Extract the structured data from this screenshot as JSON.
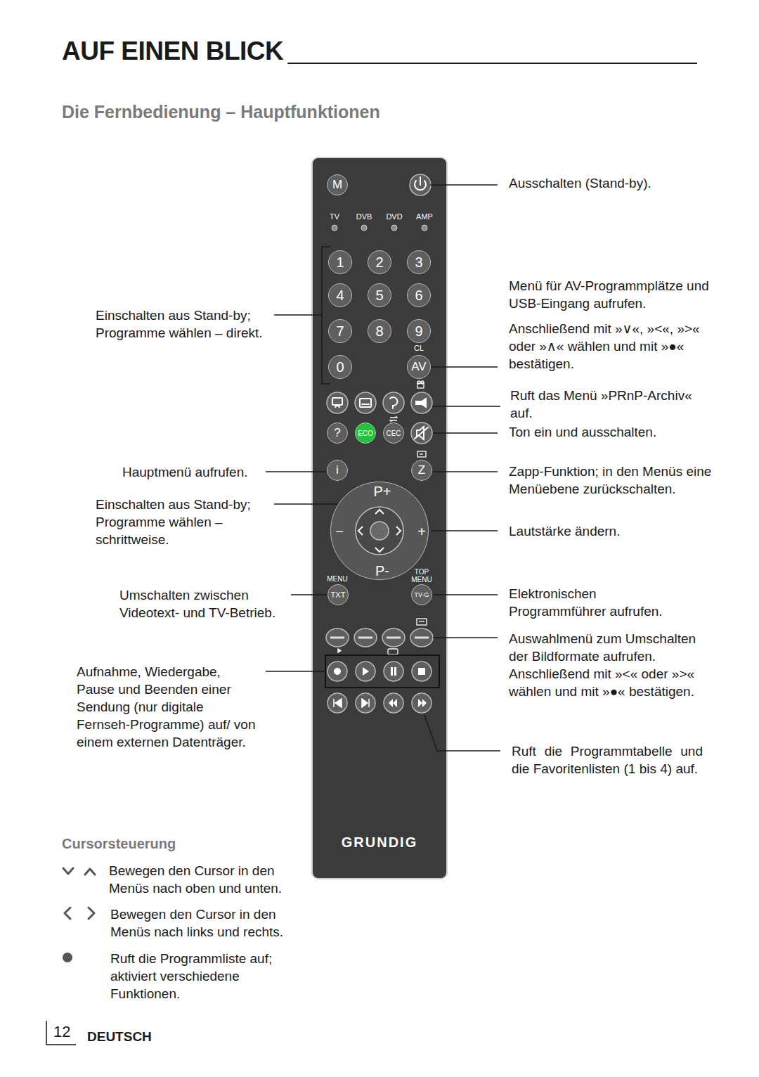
{
  "diagram": {
    "title": "AUF EINEN BLICK",
    "nodes": [
      {
        "text": [
          "GRUNDIG"
        ]
      },
      {
        "text": [
          "M"
        ],
        "in": 0
      },
      {
        "text": [
          "1"
        ],
        "in": 0
      },
      {
        "text": [
          "2"
        ],
        "in": 0
      },
      {
        "text": [
          "3"
        ],
        "in": 0
      },
      {
        "text": [
          "4"
        ],
        "in": 0
      },
      {
        "text": [
          "5"
        ],
        "in": 0
      },
      {
        "text": [
          "6"
        ],
        "in": 0
      },
      {
        "text": [
          "7"
        ],
        "in": 0
      },
      {
        "text": [
          "8"
        ],
        "in": 0
      },
      {
        "text": [
          "9"
        ],
        "in": 0
      },
      {
        "text": [
          "0"
        ],
        "in": 0
      },
      {
        "text": [
          "AV"
        ],
        "in": 0
      },
      {
        "text": [
          "?"
        ],
        "in": 0
      },
      {
        "text": [
          "ECO"
        ],
        "in": 0
      },
      {
        "text": [
          "CEC"
        ],
        "in": 0
      },
      {
        "text": [
          "i"
        ],
        "in": 0
      },
      {
        "text": [
          "Z"
        ],
        "in": 0
      },
      {
        "text": [
          "P+",
          "−",
          "+",
          "P-"
        ],
        "in": 0
      },
      {
        "text": [
          "TXT"
        ],
        "in": 0
      },
      {
        "text": [
          "TV-G"
        ],
        "in": 0
      }
    ],
    "labels": [
      "Die Fernbedienung – Hauptfunktionen",
      "Ausschalten (Stand-by).",
      "TV",
      "DVB",
      "DVD",
      "AMP",
      "Einschalten aus Stand-by; Programme wählen – direkt.",
      "Menü für AV-Programmplätze und USB-Eingang aufrufen.",
      "Anschließend mit »∨«, »<«, »>« oder »∧« wählen und mit »●« bestätigen.",
      "CL",
      "Ruft das Menü »PRnP-Archiv« auf.",
      "Ton ein und ausschalten.",
      "Hauptmenü aufrufen.",
      "Zapp-Funktion; in den Menüs eine Menüebene zurückschalten.",
      "Einschalten aus Stand-by; Programme wählen – schrittweise.",
      "Lautstärke ändern.",
      "MENU",
      "TOP MENU",
      "Umschalten zwischen Videotext- und TV-Betrieb.",
      "Elektronischen Programmführer aufrufen.",
      "Auswahlmenü zum Umschalten der Bildformate aufrufen. Anschließend mit »<« oder »>« wählen und mit »●« bestätigen.",
      "Aufnahme, Wiedergabe, Pause und Beenden einer Sendung (nur digitale Fernseh-Programme) auf/ von einem externen Datenträger.",
      "Ruft die Programmtabelle und die Favoritenlisten (1 bis 4) auf.",
      "Cursorsteuerung",
      "Bewegen den Cursor in den Menüs nach oben und unten.",
      "Bewegen den Cursor in den Menüs nach links und rechts.",
      "Ruft die Programmliste auf; aktiviert verschiedene Funktionen.",
      "12",
      "DEUTSCH"
    ]
  }
}
